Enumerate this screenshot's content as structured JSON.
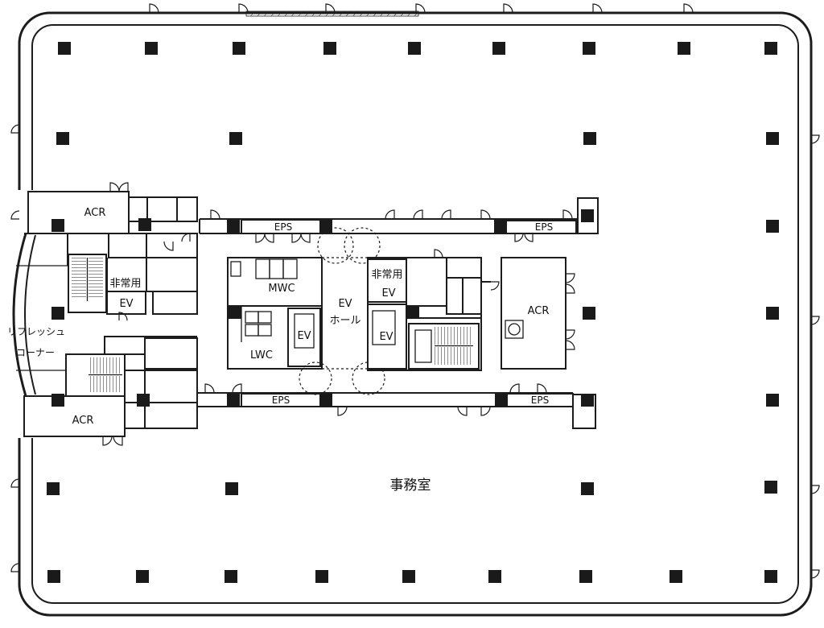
{
  "labels": {
    "acr_top_left": "ACR",
    "acr_bottom_left": "ACR",
    "acr_right": "ACR",
    "eps_top_left": "EPS",
    "eps_top_right": "EPS",
    "eps_bottom_left": "EPS",
    "eps_bottom_right": "EPS",
    "emergency_ev_left": [
      "非常用",
      "EV"
    ],
    "emergency_ev_center": [
      "非常用",
      "EV"
    ],
    "mwc": "MWC",
    "lwc": "LWC",
    "ev_left": "EV",
    "ev_right": "EV",
    "ev_hall": [
      "EV",
      "ホール"
    ],
    "refresh_corner": [
      "リフレッシュ",
      "コーナー"
    ],
    "office": "事務室"
  }
}
